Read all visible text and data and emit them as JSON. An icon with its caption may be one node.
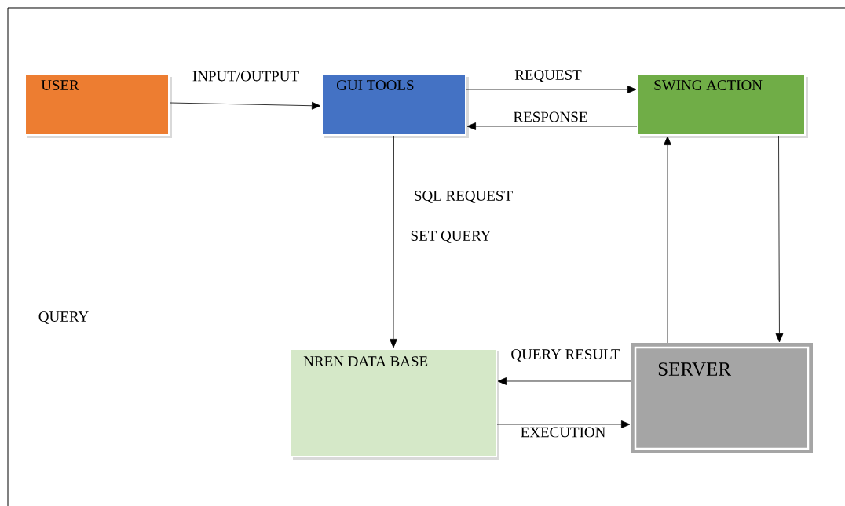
{
  "diagram": {
    "nodes": [
      {
        "text": [
          "USER"
        ]
      },
      {
        "text": [
          "GUI TOOLS"
        ]
      },
      {
        "text": [
          "SWING ACTION"
        ]
      },
      {
        "text": [
          "NREN DATA BASE"
        ]
      },
      {
        "text": [
          "SERVER"
        ]
      }
    ],
    "edges": [
      {
        "from": 0,
        "to": 1,
        "arrow": "to",
        "label": "INPUT/OUTPUT"
      },
      {
        "from": 1,
        "to": 2,
        "arrow": "to",
        "label": "REQUEST"
      },
      {
        "from": 2,
        "to": 1,
        "arrow": "to",
        "label": "RESPONSE"
      },
      {
        "from": 1,
        "to": 3,
        "arrow": "to",
        "label": "SQL REQUEST"
      },
      {
        "from": 4,
        "to": 2,
        "arrow": "to"
      },
      {
        "from": 2,
        "to": 4,
        "arrow": "to"
      },
      {
        "from": 4,
        "to": 3,
        "arrow": "to",
        "label": "QUERY RESULT"
      },
      {
        "from": 3,
        "to": 4,
        "arrow": "to",
        "label": "EXECUTION"
      }
    ],
    "labels": [
      "SET QUERY",
      "QUERY"
    ]
  }
}
